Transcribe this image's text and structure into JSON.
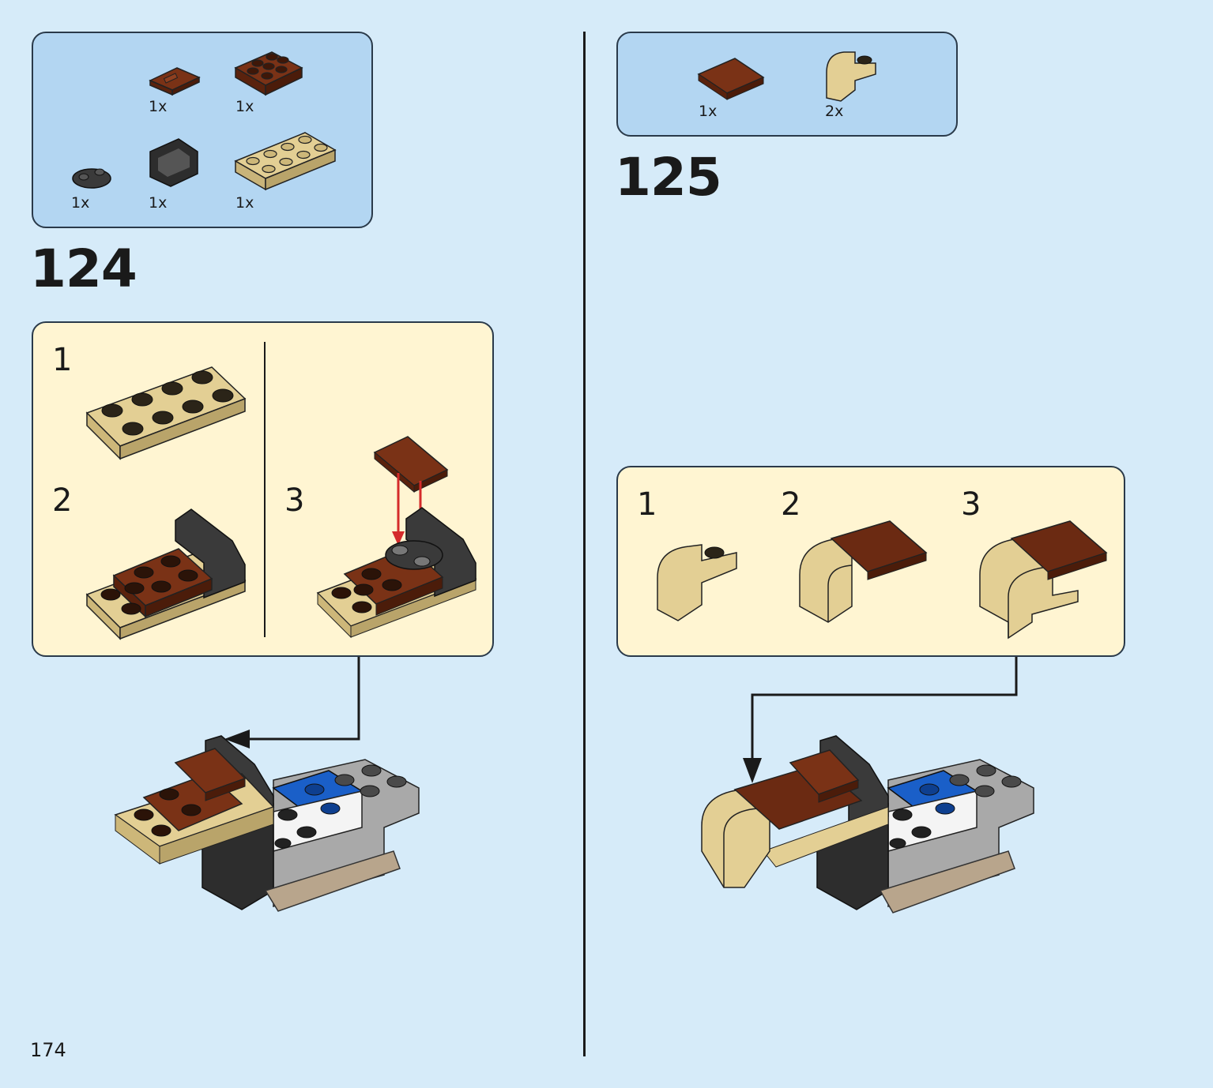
{
  "page": {
    "number": "174"
  },
  "step124": {
    "number": "124",
    "parts": [
      {
        "qty": "1x",
        "name": "brown tile with clip"
      },
      {
        "qty": "1x",
        "name": "brown plate 2x3"
      },
      {
        "qty": "1x",
        "name": "dark grey plate 1x2 rounded"
      },
      {
        "qty": "1x",
        "name": "black bracket"
      },
      {
        "qty": "1x",
        "name": "tan plate 2x4"
      }
    ],
    "substeps": [
      "1",
      "2",
      "3"
    ]
  },
  "step125": {
    "number": "125",
    "parts": [
      {
        "qty": "1x",
        "name": "brown tile 2x2"
      },
      {
        "qty": "2x",
        "name": "tan curved slope"
      }
    ],
    "substeps": [
      "1",
      "2",
      "3"
    ]
  },
  "colors": {
    "background": "#d6ebf9",
    "parts_box": "#b3d6f2",
    "substep_box": "#fff5d2",
    "tan": "#e3cf94",
    "brown": "#6b2a12",
    "dark_grey": "#3a3a3a",
    "blue": "#1a5fc8",
    "light_grey": "#a9a9a9",
    "arrow_red": "#d42b2b"
  }
}
